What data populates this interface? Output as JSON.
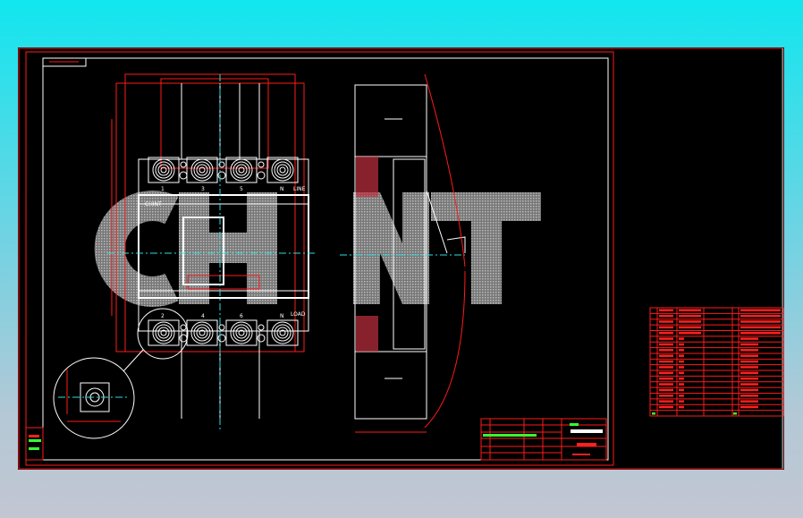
{
  "drawing": {
    "watermark": "CHNT",
    "brand_plate": "CHINT",
    "line_label": "LINE",
    "load_label": "LOAD",
    "top_terminals": [
      "1",
      "3",
      "5",
      "N"
    ],
    "bottom_terminals": [
      "2",
      "4",
      "6",
      "N"
    ]
  },
  "colors": {
    "canvas": "#000000",
    "frame": "#ff1a1a",
    "geometry": "#ffffff",
    "centerline": "#29e0e0",
    "text_green": "#33ff33"
  }
}
